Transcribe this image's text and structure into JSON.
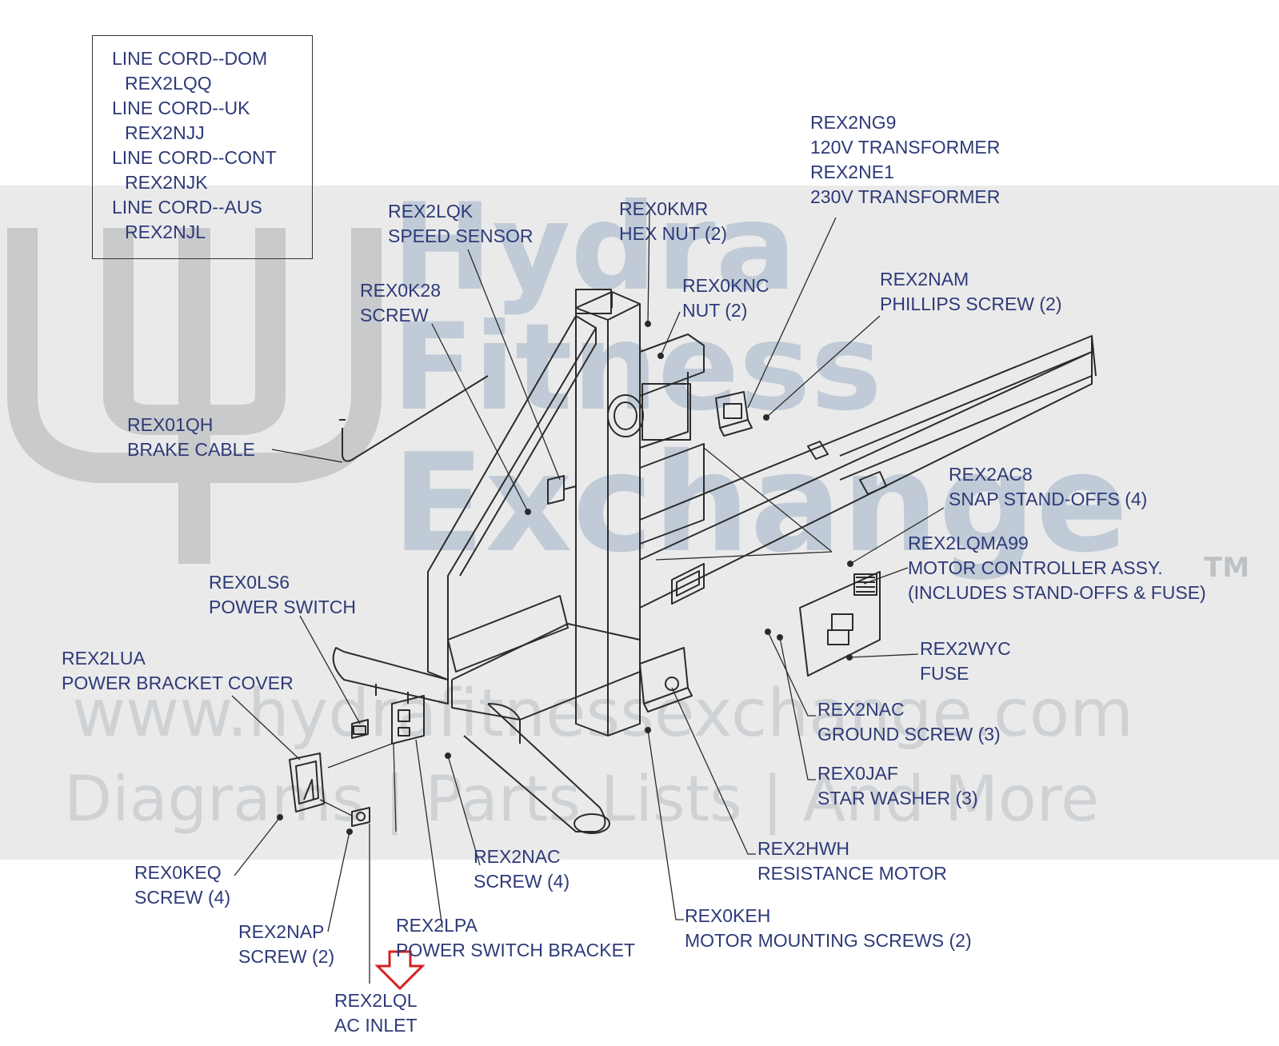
{
  "watermark": {
    "line1": "Hydra",
    "line2": "Fitness",
    "line3": "Exchange",
    "trademark": "TM",
    "url": "www.hydrafitnessexchange.com",
    "tagline": "Diagrams | Parts Lists | And More"
  },
  "legend": [
    {
      "name": "LINE CORD--DOM",
      "part": "REX2LQQ"
    },
    {
      "name": "LINE CORD--UK",
      "part": "REX2NJJ"
    },
    {
      "name": "LINE CORD--CONT",
      "part": "REX2NJK"
    },
    {
      "name": "LINE CORD--AUS",
      "part": "REX2NJL"
    }
  ],
  "callouts": [
    {
      "part": "REX2NG9",
      "desc": "120V TRANSFORMER",
      "part2": "REX2NE1",
      "desc2": "230V TRANSFORMER"
    },
    {
      "part": "REX2LQK",
      "desc": "SPEED SENSOR"
    },
    {
      "part": "REX0KMR",
      "desc": "HEX NUT (2)"
    },
    {
      "part": "REX0KNC",
      "desc": "NUT (2)"
    },
    {
      "part": "REX2NAM",
      "desc": "PHILLIPS SCREW (2)"
    },
    {
      "part": "REX0K28",
      "desc": "SCREW"
    },
    {
      "part": "REX01QH",
      "desc": "BRAKE CABLE"
    },
    {
      "part": "REX2AC8",
      "desc": "SNAP STAND-OFFS (4)"
    },
    {
      "part": "REX2LQMA99",
      "desc": "MOTOR CONTROLLER ASSY.",
      "desc2": "(INCLUDES STAND-OFFS & FUSE)"
    },
    {
      "part": "REX0LS6",
      "desc": "POWER SWITCH"
    },
    {
      "part": "REX2WYC",
      "desc": "FUSE"
    },
    {
      "part": "REX2LUA",
      "desc": "POWER BRACKET COVER"
    },
    {
      "part": "REX2NAC",
      "desc": "GROUND SCREW (3)"
    },
    {
      "part": "REX0JAF",
      "desc": "STAR WASHER (3)"
    },
    {
      "part": "REX2HWH",
      "desc": "RESISTANCE MOTOR"
    },
    {
      "part": "REX2NAC",
      "desc": "SCREW (4)"
    },
    {
      "part": "REX0KEQ",
      "desc": "SCREW (4)"
    },
    {
      "part": "REX2NAP",
      "desc": "SCREW (2)"
    },
    {
      "part": "REX2LPA",
      "desc": "POWER SWITCH BRACKET"
    },
    {
      "part": "REX0KEH",
      "desc": "MOTOR MOUNTING SCREWS (2)"
    },
    {
      "part": "REX2LQL",
      "desc": "AC INLET"
    }
  ],
  "colors": {
    "label": "#2e3a78",
    "line_art": "#2b2b2b",
    "highlight_arrow": "#d42020",
    "watermark_band": "#d9d9d9"
  }
}
